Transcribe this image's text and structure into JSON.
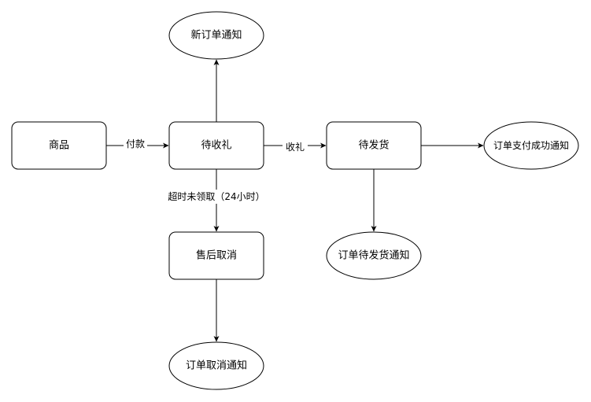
{
  "nodes": {
    "goods": "商品",
    "pending_receipt": "待收礼",
    "pending_shipment": "待发货",
    "after_sale_cancel": "售后取消",
    "new_order_notice": "新订单通知",
    "payment_success_notice": "订单支付成功通知",
    "pending_shipment_notice": "订单待发货通知",
    "order_cancel_notice": "订单取消通知"
  },
  "edges": {
    "pay": "付款",
    "receive_gift": "收礼",
    "timeout_unclaimed": "超时未领取（24小时）"
  }
}
